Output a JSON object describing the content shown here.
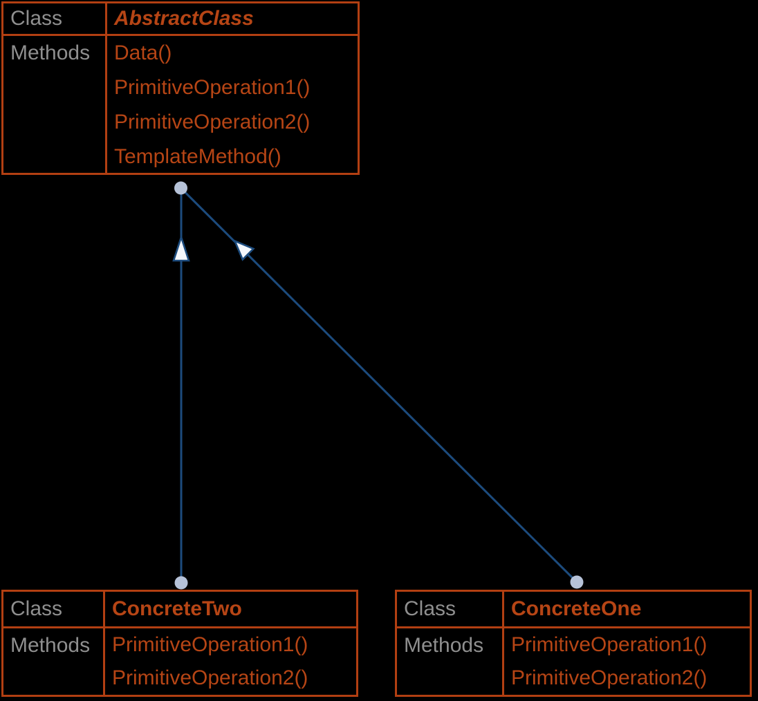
{
  "diagram": {
    "classes": [
      {
        "class_label": "Class",
        "methods_label": "Methods",
        "name": "AbstractClass",
        "methods": [
          "Data()",
          "PrimitiveOperation1()",
          "PrimitiveOperation2()",
          "TemplateMethod()"
        ]
      },
      {
        "class_label": "Class",
        "methods_label": "Methods",
        "name": "ConcreteTwo",
        "methods": [
          "PrimitiveOperation1()",
          "PrimitiveOperation2()"
        ]
      },
      {
        "class_label": "Class",
        "methods_label": "Methods",
        "name": "ConcreteOne",
        "methods": [
          "PrimitiveOperation1()",
          "PrimitiveOperation2()"
        ]
      }
    ],
    "colors": {
      "background": "#000000",
      "table_border": "#b23f12",
      "text_orange": "#b64515",
      "label_gray": "#8f8f8f",
      "edge_blue": "#1c4b7d",
      "endpoint_dot": "#b6c2d8",
      "arrow_fill": "#f4f7fc"
    }
  }
}
